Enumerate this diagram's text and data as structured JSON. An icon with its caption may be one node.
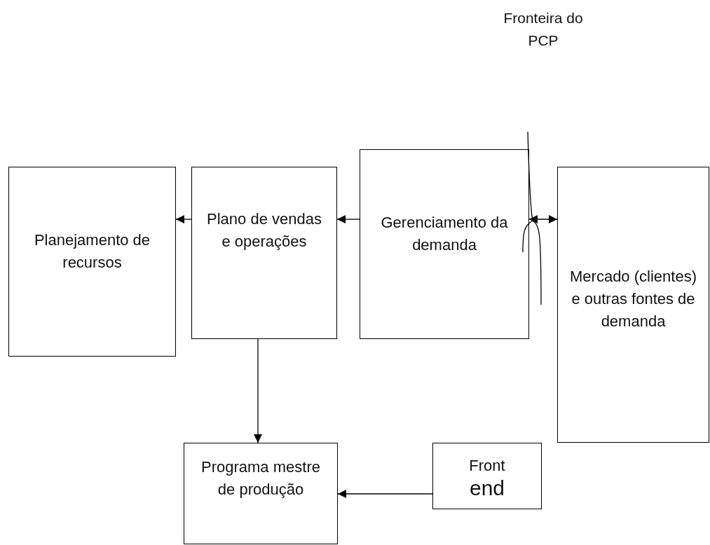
{
  "diagram": {
    "nodes": [
      {
        "text": [
          "Planejamento de recursos"
        ]
      },
      {
        "text": [
          "Plano de vendas e operações"
        ]
      },
      {
        "text": [
          "Gerenciamento da demanda"
        ]
      },
      {
        "text": [
          "Mercado (clientes) e outras fontes de demanda"
        ]
      },
      {
        "text": [
          "Programa mestre de produção"
        ]
      },
      {
        "text": [
          "Front",
          "end"
        ]
      }
    ],
    "edges": [
      {
        "from": 1,
        "to": 0,
        "arrow": "to"
      },
      {
        "from": 2,
        "to": 1,
        "arrow": "to"
      },
      {
        "from": 2,
        "to": 3,
        "arrow": "both"
      },
      {
        "from": 1,
        "to": 4,
        "arrow": "to"
      },
      {
        "from": 5,
        "to": 4,
        "arrow": "to"
      }
    ],
    "labels": [
      "Fronteira do PCP"
    ]
  }
}
